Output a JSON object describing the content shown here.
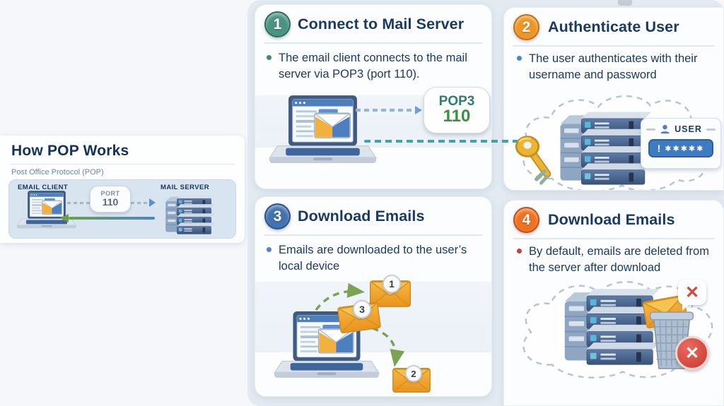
{
  "page": {
    "background": "#f5f7fa",
    "panel_background": "#e4eaf2",
    "card_background": "#fcfdff",
    "heading_color": "#1b3a62"
  },
  "intro": {
    "title": "How POP Works",
    "subtitle": "Post Office Protocol (POP)",
    "client_label": "EMAIL CLIENT",
    "server_label": "MAIL SERVER",
    "port_label": "PORT",
    "port_value": "110"
  },
  "connector": {
    "protocol": "POP3",
    "port": "110"
  },
  "steps": [
    {
      "number": "1",
      "title": "Connect to Mail Server",
      "bullet": "The email client connects to the mail server via POP3 (port 110).",
      "accent": "#3e8a78"
    },
    {
      "number": "2",
      "title": "Authenticate User",
      "bullet": "The user authenticates with their username and password",
      "accent": "#e08a1f"
    },
    {
      "number": "3",
      "title": "Download Emails",
      "bullet": "Emails are downloaded to the user’s local device",
      "accent": "#3a6fad"
    },
    {
      "number": "4",
      "title": "Download Emails",
      "bullet": "By default, emails are deleted from the server after download",
      "accent": "#e2661f"
    }
  ],
  "auth": {
    "user_label": "USER",
    "exclamation": "!",
    "password_mask": "✱✱✱✱✱"
  },
  "downloads": {
    "envelope_badges": [
      "1",
      "3",
      "2"
    ]
  },
  "deletion": {
    "x_mark": "✕"
  }
}
